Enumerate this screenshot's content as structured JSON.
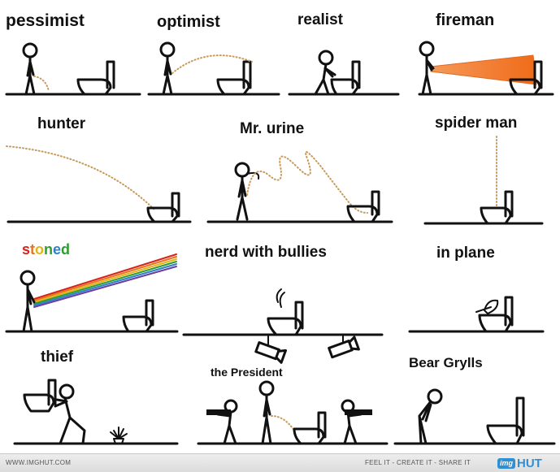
{
  "panels": [
    {
      "id": "pessimist",
      "label": "pessimist"
    },
    {
      "id": "optimist",
      "label": "optimist"
    },
    {
      "id": "realist",
      "label": "realist"
    },
    {
      "id": "fireman",
      "label": "fireman"
    },
    {
      "id": "hunter",
      "label": "hunter"
    },
    {
      "id": "mr-urine",
      "label": "Mr. urine"
    },
    {
      "id": "spider-man",
      "label": "spider man"
    },
    {
      "id": "stoned",
      "label": "stoned",
      "letter_colors": [
        "#d6221a",
        "#e8731c",
        "#e2b419",
        "#2e9c2e",
        "#2f7fce",
        "#2e9c2e"
      ]
    },
    {
      "id": "nerd-with-bullies",
      "label": "nerd with bullies"
    },
    {
      "id": "in-plane",
      "label": "in plane"
    },
    {
      "id": "thief",
      "label": "thief"
    },
    {
      "id": "the-president",
      "label": "the President"
    },
    {
      "id": "bear-grylls",
      "label": "Bear Grylls"
    }
  ],
  "footer": {
    "site": "WWW.IMGHUT.COM",
    "tagline": "FEEL IT - CREATE IT - SHARE IT",
    "logo_img": "img",
    "logo_hut": "HUT"
  },
  "colors": {
    "ink": "#111111",
    "pee": "#c79a5a",
    "fire": "#f07a2a",
    "logo": "#2f8fd4"
  }
}
